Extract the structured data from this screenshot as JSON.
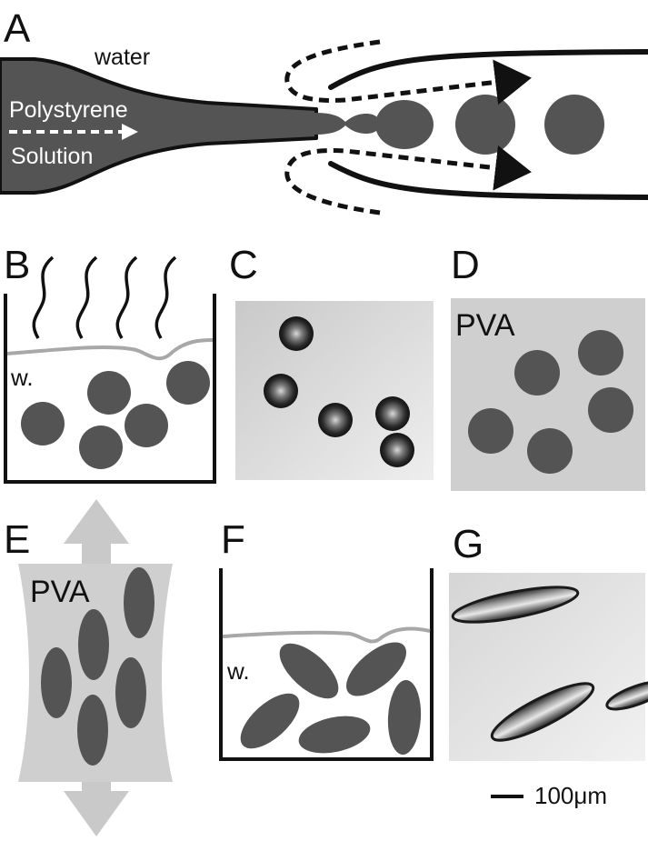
{
  "panels": {
    "a": {
      "letter": "A",
      "water_label": "water",
      "solution_label_1": "Polystyrene",
      "solution_label_2": "Solution"
    },
    "b": {
      "letter": "B",
      "water_label": "w."
    },
    "c": {
      "letter": "C"
    },
    "d": {
      "letter": "D",
      "film_label": "PVA"
    },
    "e": {
      "letter": "E",
      "film_label": "PVA"
    },
    "f": {
      "letter": "F",
      "water_label": "w."
    },
    "g": {
      "letter": "G"
    }
  },
  "scale_bar": {
    "label": "100μm"
  },
  "colors": {
    "droplet": "#545454",
    "film": "#cfcfcf",
    "arrow": "#c9c9c9",
    "surface": "#a8a8a8",
    "micrograph_bg": "#dcdcdc"
  }
}
